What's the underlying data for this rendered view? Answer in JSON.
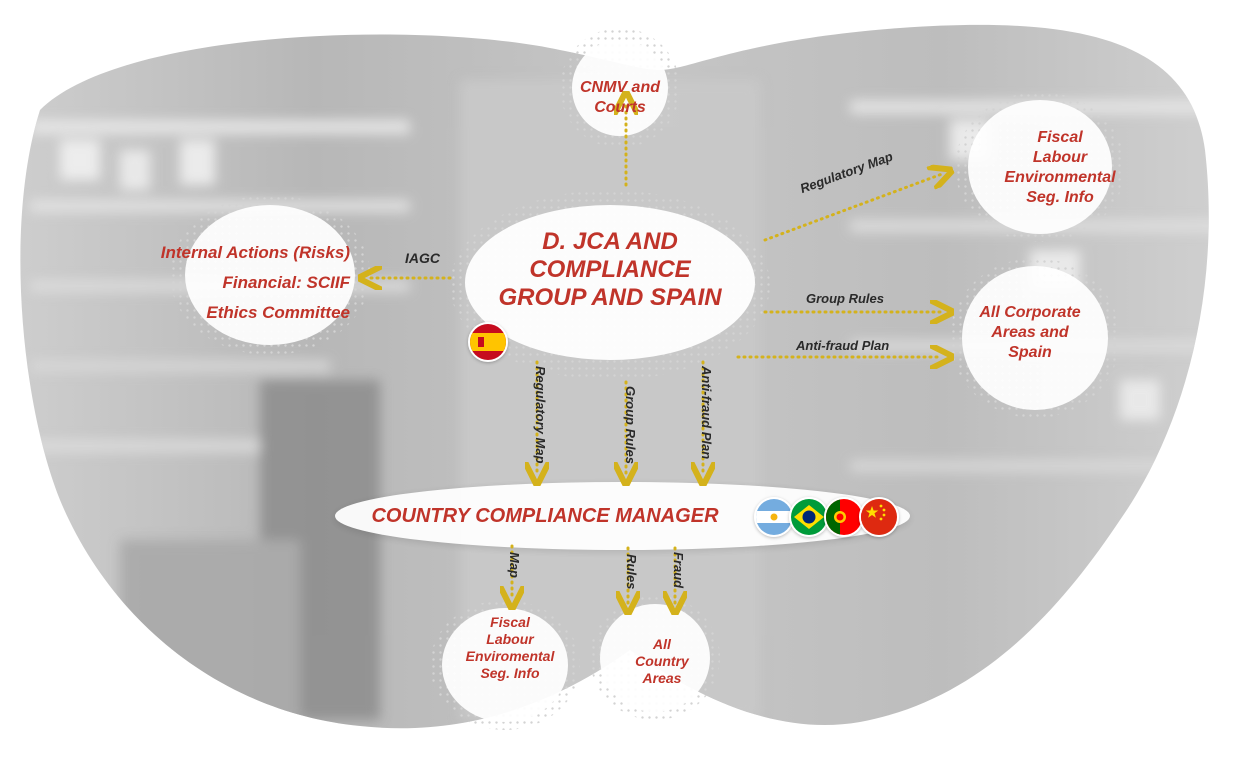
{
  "center": {
    "line1": "D. JCA AND",
    "line2": "COMPLIANCE",
    "line3": "GROUP AND SPAIN"
  },
  "top_node": {
    "line1": "CNMV and",
    "line2": "Courts"
  },
  "left_node": {
    "line1": "Internal Actions (Risks)",
    "line2": "Financial: SCIIF",
    "line3": "Ethics Committee"
  },
  "right_top_node": {
    "line1": "Fiscal",
    "line2": "Labour",
    "line3": "Environmental",
    "line4": "Seg. Info"
  },
  "right_bottom_node": {
    "line1": "All Corporate",
    "line2": "Areas and",
    "line3": "Spain"
  },
  "country_manager": {
    "label": "COUNTRY COMPLIANCE MANAGER"
  },
  "bottom_left_node": {
    "line1": "Fiscal",
    "line2": "Labour",
    "line3": "Enviromental",
    "line4": "Seg. Info"
  },
  "bottom_right_node": {
    "line1": "All",
    "line2": "Country",
    "line3": "Areas"
  },
  "edges": {
    "iagc": "IAGC",
    "regulatory_map_right": "Regulatory Map",
    "group_rules_right": "Group Rules",
    "antifraud_right": "Anti-fraud Plan",
    "regulatory_map_down": "Regulatory Map",
    "group_rules_down": "Group Rules",
    "antifraud_down": "Anti-fraud Plan",
    "map_down": "Map",
    "rules_down": "Rules",
    "fraud_down": "Fraud"
  },
  "flags": [
    "spain-flag",
    "argentina-flag",
    "brazil-flag",
    "portugal-flag",
    "china-flag"
  ],
  "colors": {
    "accent_red": "#c0342a",
    "arrow_gold": "#d4b21c",
    "background_gray": "#b9b9b9"
  }
}
